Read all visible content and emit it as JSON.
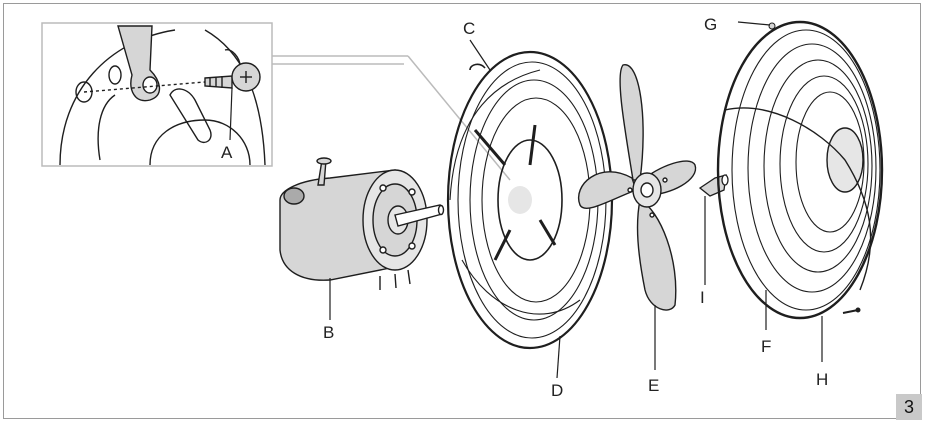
{
  "labels": {
    "a": "A",
    "b": "B",
    "c": "C",
    "d": "D",
    "e": "E",
    "f": "F",
    "g": "G",
    "h": "H",
    "i": "I"
  },
  "page_number": "3",
  "colors": {
    "line": "#1e1e1e",
    "part_fill": "#d6d6d6",
    "part_fill_light": "#e6e6e6",
    "page_box": "#c9c9c9",
    "frame": "#9a9a9a"
  }
}
